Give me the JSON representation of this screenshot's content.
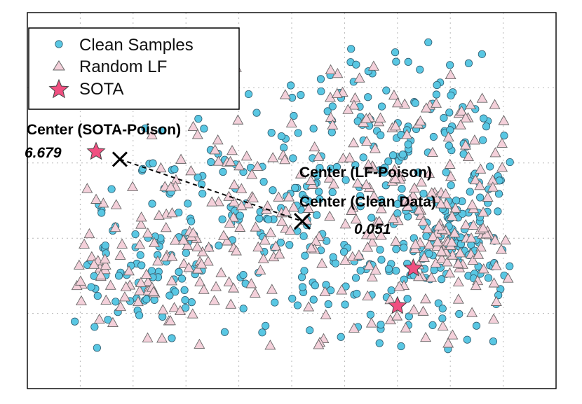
{
  "chart_data": {
    "type": "scatter",
    "title": "",
    "xlabel": "",
    "ylabel": "",
    "xlim": [
      0,
      100
    ],
    "ylim": [
      0,
      100
    ],
    "grid": true,
    "legend_position": "top-left",
    "series": [
      {
        "name": "Clean Samples",
        "marker": "circle",
        "color": "#59c7e3",
        "points": []
      },
      {
        "name": "Random LF",
        "marker": "triangle",
        "color": "#f4d0da",
        "points": []
      },
      {
        "name": "SOTA",
        "marker": "star",
        "color": "#f04f80",
        "points": [
          [
            13.0,
            63.0
          ],
          [
            73.0,
            32.0
          ],
          [
            70.0,
            22.0
          ]
        ]
      }
    ],
    "centers": [
      {
        "label": "Center (SOTA-Poison)",
        "value": "6.679",
        "x": 17.5,
        "y": 61.0
      },
      {
        "label": "Center (LF-Poison)",
        "value": "",
        "x": 52.0,
        "y": 44.5
      },
      {
        "label": "Center (Clean Data)",
        "value": "0.051",
        "x": 52.0,
        "y": 44.5
      }
    ],
    "colors": {
      "clean": "#59c7e3",
      "random_lf": "#f4d0da",
      "sota": "#f04f80",
      "axis": "#000000",
      "grid": "#b8b8b8",
      "connector": "#000000",
      "legend_border": "#000000"
    }
  }
}
